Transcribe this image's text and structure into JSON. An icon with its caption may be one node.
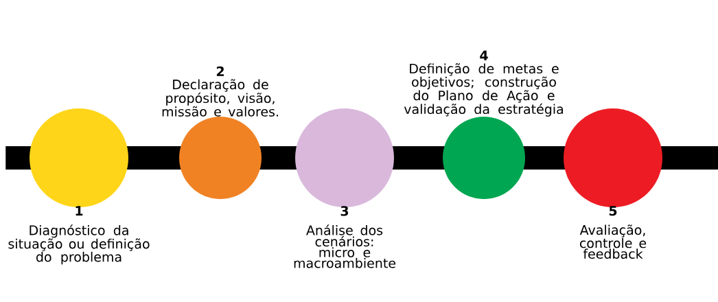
{
  "diagram": {
    "nodes": [
      {
        "text": [
          "1",
          "Diagnóstico da situação ou definição do problema"
        ]
      },
      {
        "text": [
          "2",
          "Declaração de propósito, visão, missão e valores."
        ]
      },
      {
        "text": [
          "3",
          "Análise dos cenários: micro e macroambiente"
        ]
      },
      {
        "text": [
          "4",
          "Definição de metas e objetivos; construção do Plano de Ação e validação da estratégia"
        ]
      },
      {
        "text": [
          "5",
          "Avaliação, controle e feedback"
        ]
      },
      {
        "text": [],
        "shape": "bar"
      }
    ]
  }
}
